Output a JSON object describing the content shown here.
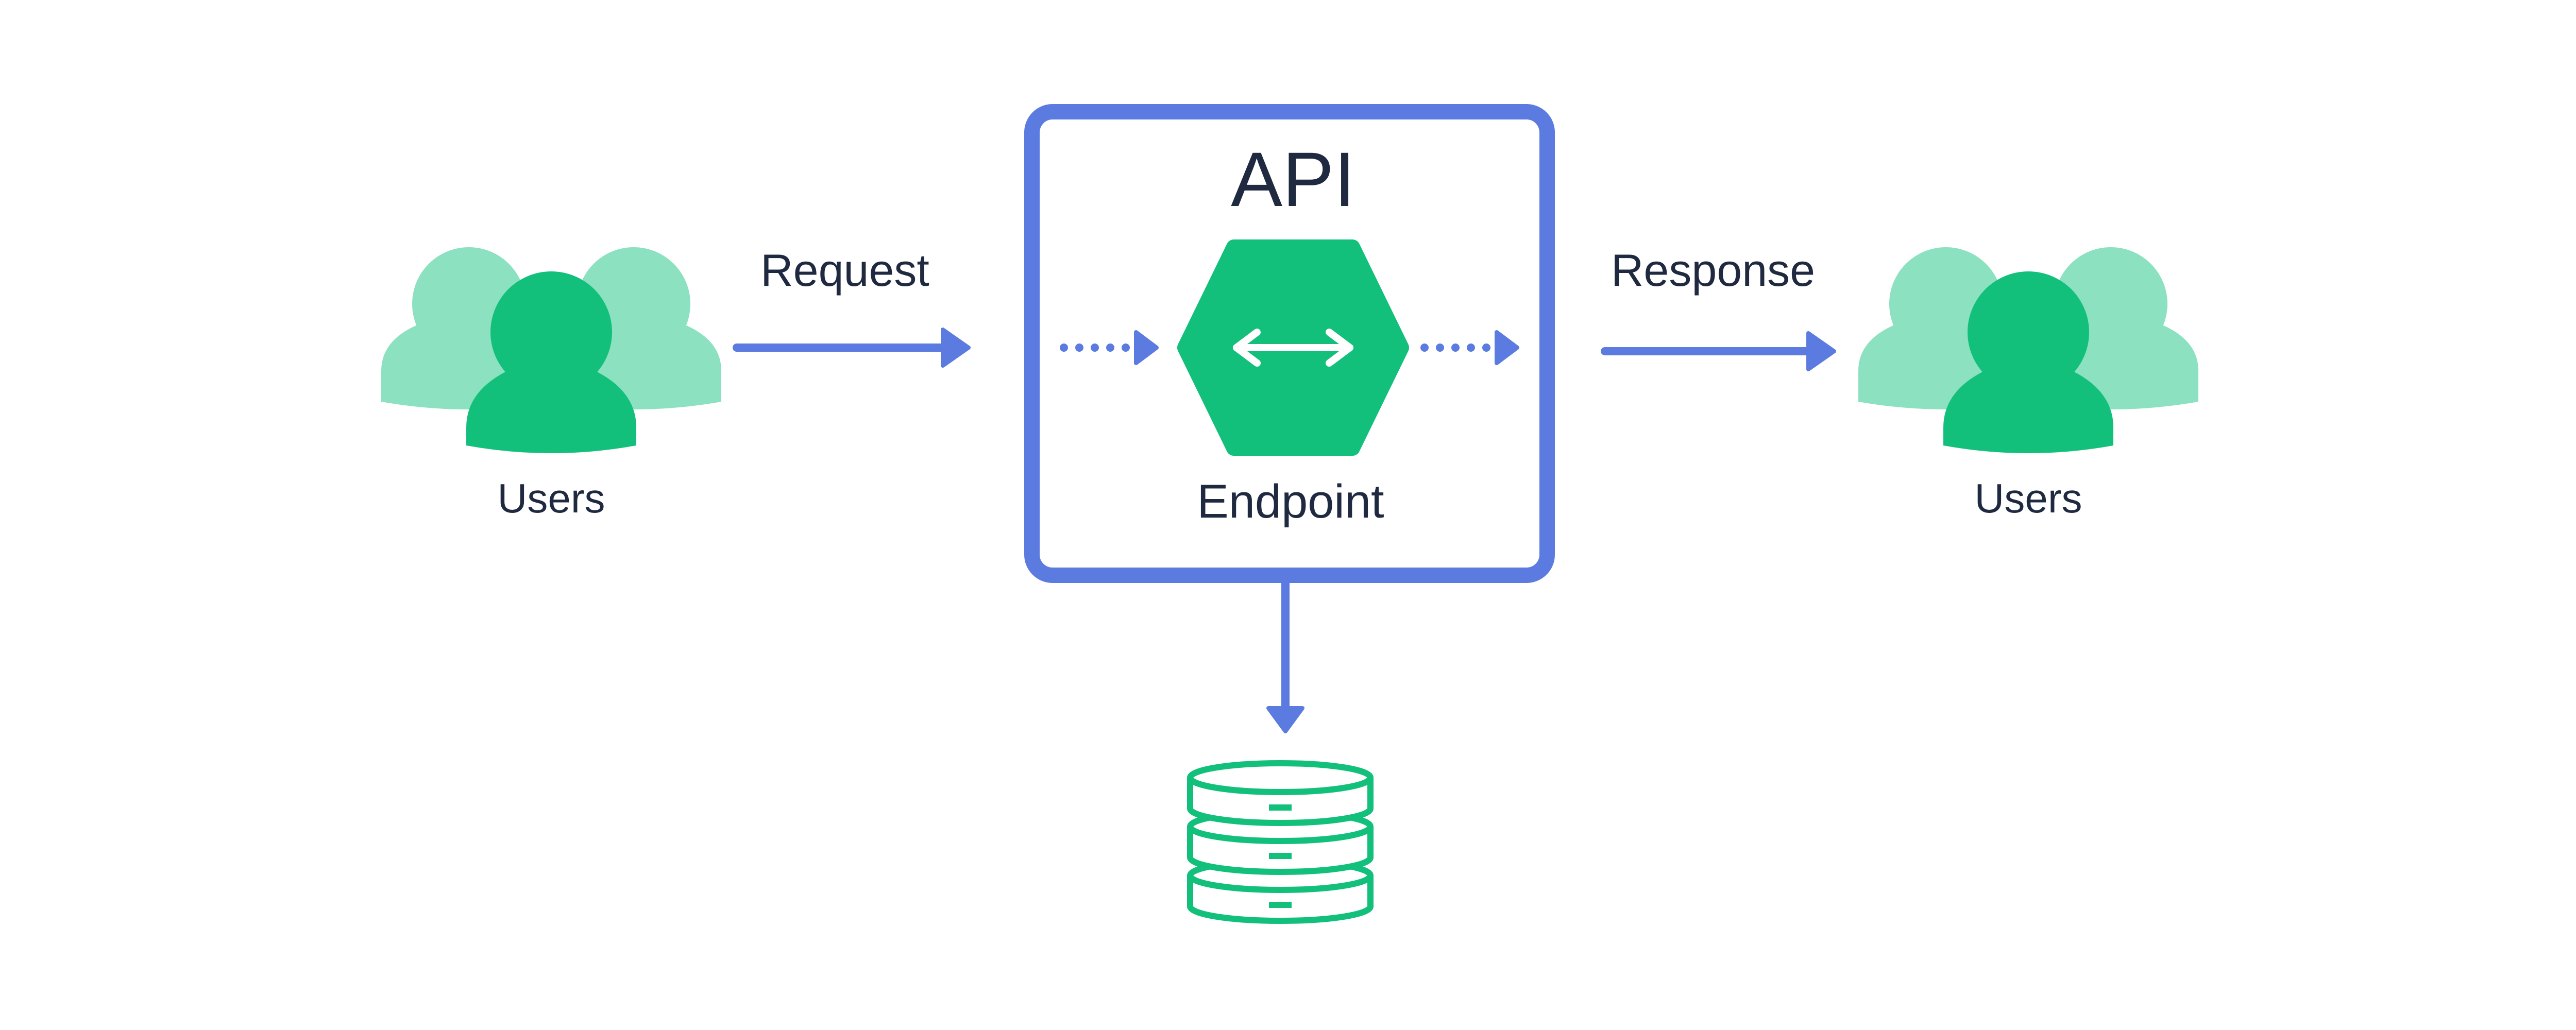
{
  "labels": {
    "left_users": "Users",
    "request": "Request",
    "api_title": "API",
    "endpoint": "Endpoint",
    "response": "Response",
    "right_users": "Users"
  },
  "icons": {
    "left_users": "users-group-icon",
    "endpoint": "hexagon-bidirectional-arrow-icon",
    "right_users": "users-group-icon",
    "database": "database-stack-icon"
  },
  "colors": {
    "accent_blue": "#5b7be0",
    "green_primary": "#13c07b",
    "green_light": "#8be1c0",
    "text_dark": "#1f2940",
    "background": "#ffffff"
  }
}
